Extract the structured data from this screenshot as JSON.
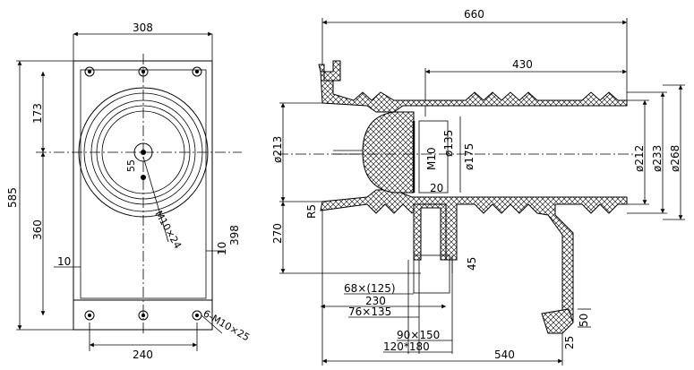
{
  "views": {
    "front": {
      "dims": {
        "width_top": "308",
        "width_bottom": "240",
        "height_total": "585",
        "height_upper": "173",
        "height_lower": "360",
        "offset_left": "10",
        "offset_right": "10",
        "right_dim": "398",
        "center_small": "55",
        "thread": "M10×24",
        "bolt": "6-M10×25"
      }
    },
    "section": {
      "dims": {
        "length_total": "660",
        "length_inner": "430",
        "length_base": "540",
        "d213": "ø213",
        "d212": "ø212",
        "d233": "ø233",
        "d268": "ø268",
        "d135": "ø135",
        "d175": "ø175",
        "m10": "M10",
        "twenty": "20",
        "r5": "R5",
        "h270": "270",
        "h45": "45",
        "flange1": "68×(125)",
        "flange2": "230",
        "flange3": "76×135",
        "flange4": "90×150",
        "flange5": "120*180",
        "h50": "50",
        "h25": "25"
      }
    }
  }
}
